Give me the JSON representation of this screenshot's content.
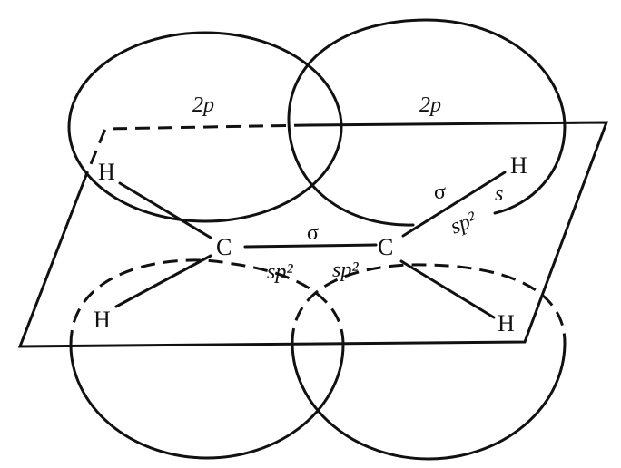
{
  "atoms": {
    "carbon_left": "C",
    "carbon_right": "C",
    "hydrogen_top_left": "H",
    "hydrogen_bottom_left": "H",
    "hydrogen_top_right": "H",
    "hydrogen_bottom_right": "H"
  },
  "orbitals": {
    "p_left": "2p",
    "p_right": "2p",
    "sp2_left": "sp²",
    "sp2_center": "sp²",
    "sp2_right": "sp²",
    "s_label": "s"
  },
  "bonds": {
    "sigma_cc": "σ",
    "sigma_ch": "σ"
  }
}
